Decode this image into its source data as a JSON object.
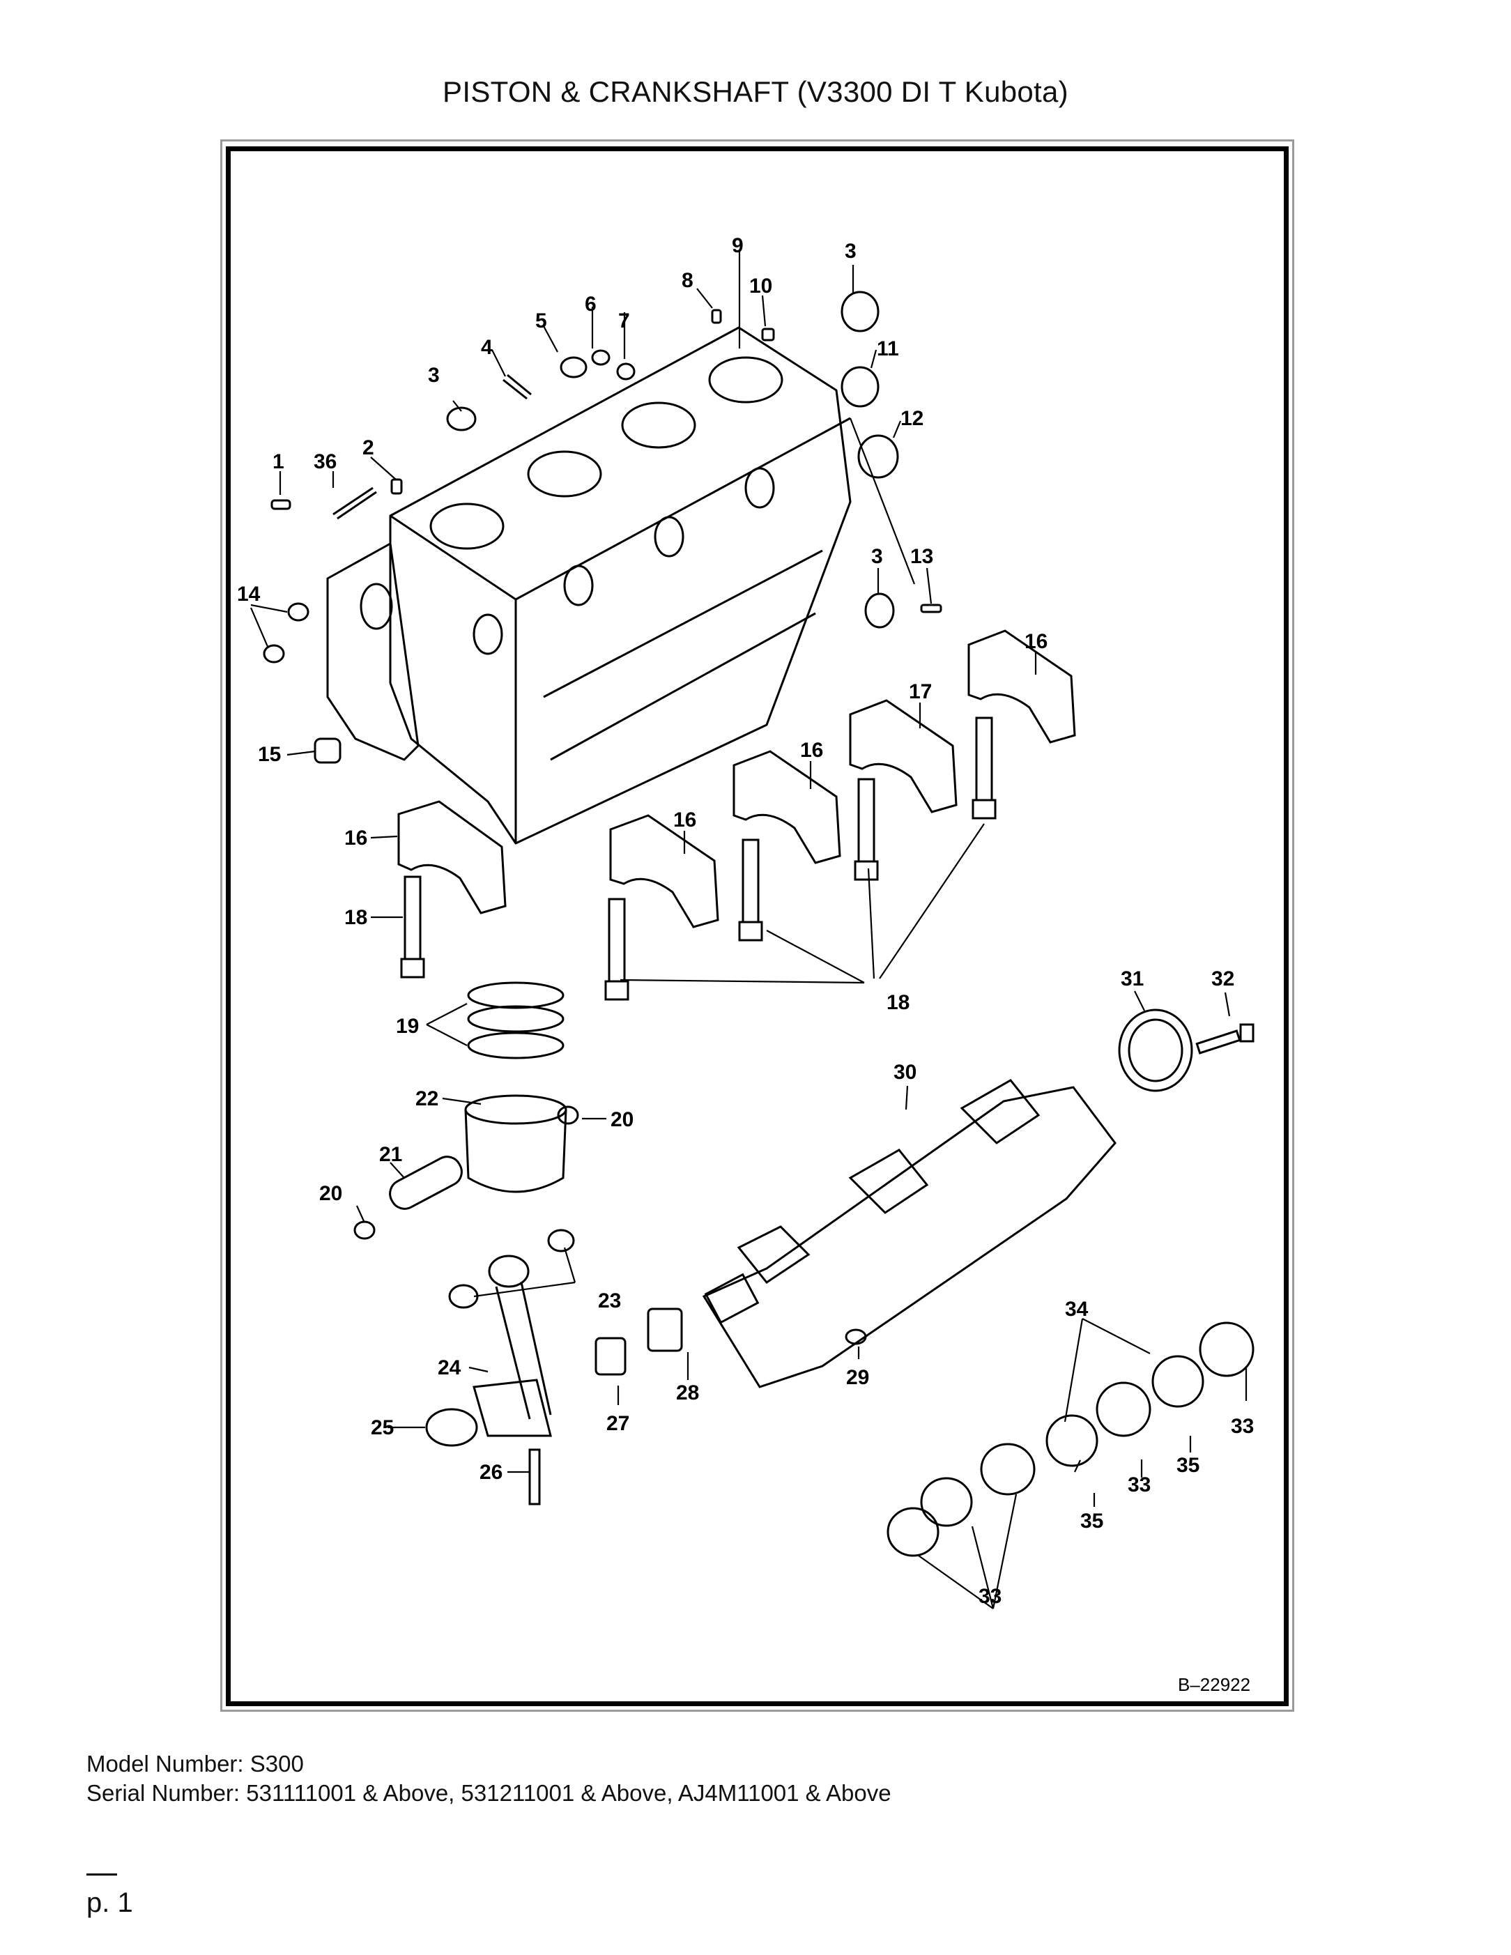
{
  "title": "PISTON & CRANKSHAFT (V3300 DI T Kubota)",
  "figure_id": "B–22922",
  "model_line": "Model Number: S300",
  "serial_line": "Serial Number: 531111001 & Above, 531211001 & Above, AJ4M11001 & Above",
  "page_label": "p. 1",
  "callouts": {
    "c1": "1",
    "c2": "2",
    "c3a": "3",
    "c3b": "3",
    "c3c": "3",
    "c3d": "3",
    "c4": "4",
    "c5": "5",
    "c6": "6",
    "c7": "7",
    "c8": "8",
    "c9": "9",
    "c10": "10",
    "c11": "11",
    "c12": "12",
    "c13": "13",
    "c14": "14",
    "c15": "15",
    "c16a": "16",
    "c16b": "16",
    "c16c": "16",
    "c16d": "16",
    "c17": "17",
    "c18a": "18",
    "c18b": "18",
    "c19": "19",
    "c20a": "20",
    "c20b": "20",
    "c21": "21",
    "c22": "22",
    "c23": "23",
    "c24": "24",
    "c25": "25",
    "c26": "26",
    "c27": "27",
    "c28": "28",
    "c29": "29",
    "c30": "30",
    "c31": "31",
    "c32": "32",
    "c33a": "33",
    "c33b": "33",
    "c33c": "33",
    "c33d": "33",
    "c34": "34",
    "c35a": "35",
    "c35b": "35",
    "c36": "36"
  }
}
